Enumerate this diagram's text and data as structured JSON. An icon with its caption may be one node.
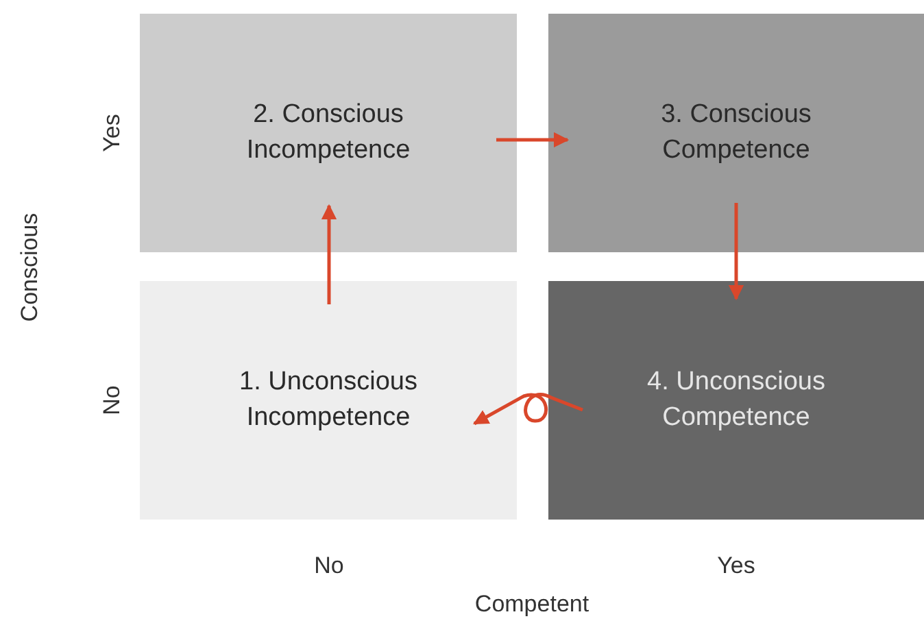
{
  "diagram": {
    "nodes": [
      {
        "text": [
          "2. Conscious Incompetence"
        ]
      },
      {
        "text": [
          "3. Conscious Competence"
        ]
      },
      {
        "text": [
          "1. Unconscious Incompetence"
        ]
      },
      {
        "text": [
          "4. Unconscious Competence"
        ]
      }
    ],
    "edges": [
      {
        "from": 2,
        "to": 0,
        "arrow": "to"
      },
      {
        "from": 0,
        "to": 1,
        "arrow": "to"
      },
      {
        "from": 1,
        "to": 3,
        "arrow": "to"
      },
      {
        "from": 3,
        "to": 2,
        "arrow": "to"
      }
    ],
    "labels": [
      "Yes",
      "Conscious",
      "No",
      "No",
      "Yes",
      "Competent"
    ]
  }
}
